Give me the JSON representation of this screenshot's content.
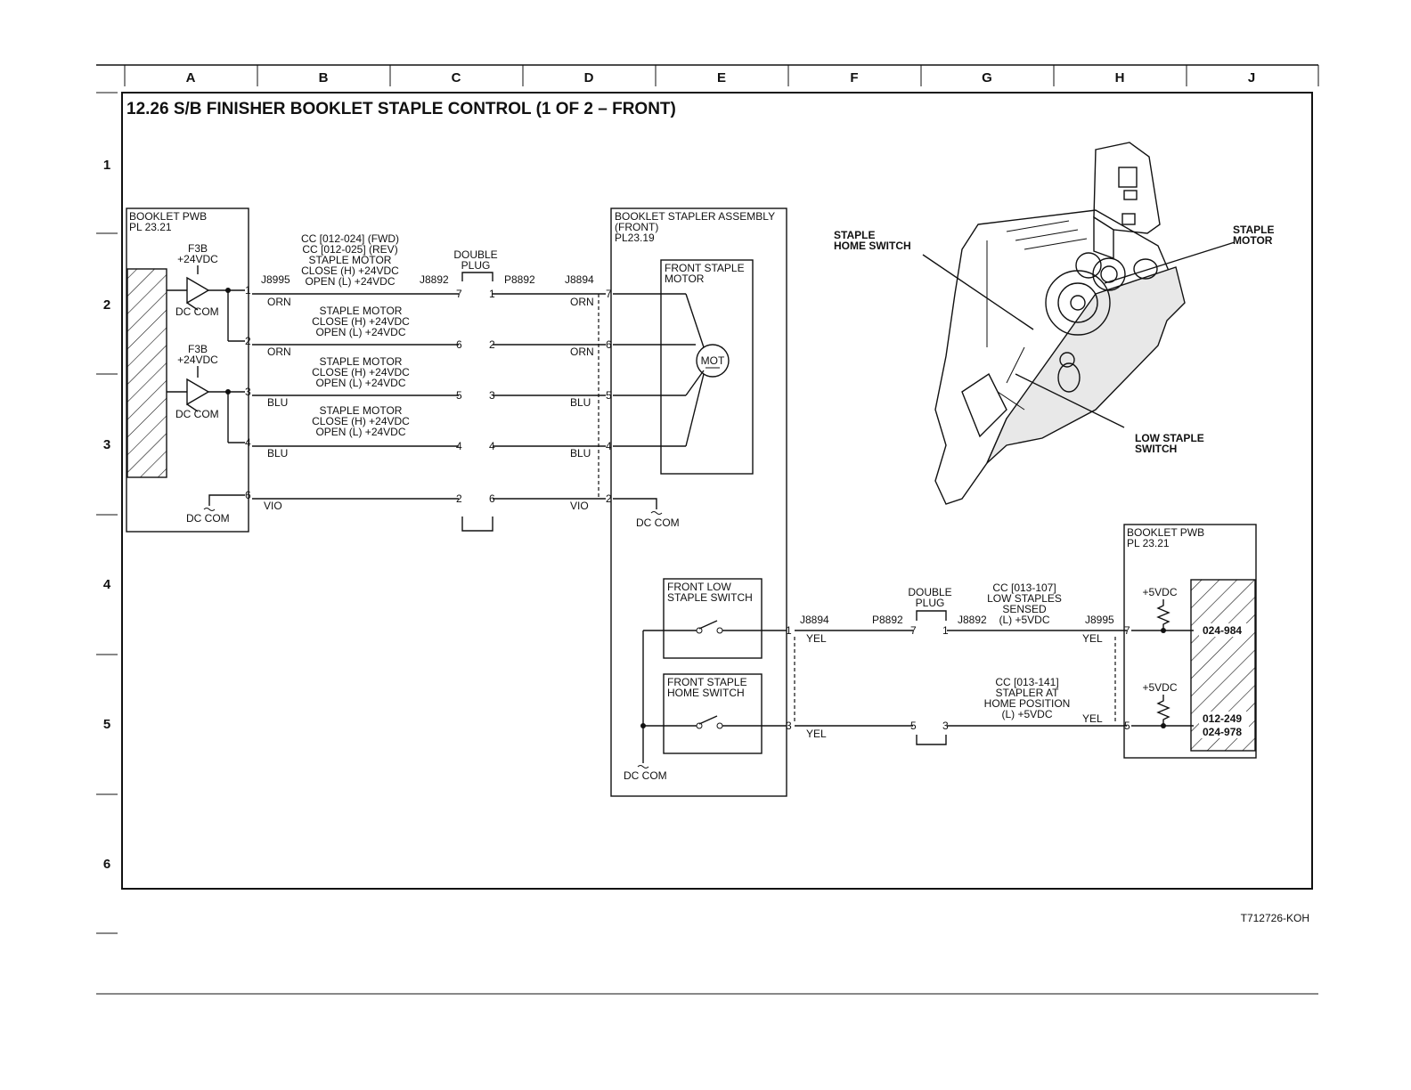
{
  "title": "12.26 S/B FINISHER BOOKLET STAPLE CONTROL (1 OF 2 – FRONT)",
  "grid": {
    "columns": [
      "A",
      "B",
      "C",
      "D",
      "E",
      "F",
      "G",
      "H",
      "J"
    ],
    "rows": [
      "1",
      "2",
      "3",
      "4",
      "5",
      "6"
    ]
  },
  "figure_id": "T712726-KOH",
  "left_pwb": {
    "name": "BOOKLET PWB",
    "pl": "PL 23.21",
    "fuse1": "F3B",
    "fuse1_v": "+24VDC",
    "dccom1": "DC COM",
    "fuse2": "F3B",
    "fuse2_v": "+24VDC",
    "dccom2": "DC COM",
    "dccom3": "DC COM"
  },
  "connectors": {
    "j8995": "J8995",
    "j8892": "J8892",
    "p8892": "P8892",
    "j8894": "J8894",
    "double_plug_l1": "DOUBLE",
    "double_plug_l2": "PLUG"
  },
  "signals": {
    "cc_fwd": "CC [012-024] (FWD)",
    "cc_rev": "CC [012-025] (REV)",
    "sm1_a": "STAPLE MOTOR",
    "sm1_b": "CLOSE (H) +24VDC",
    "sm1_c": "OPEN (L) +24VDC",
    "sm2_a": "STAPLE MOTOR",
    "sm2_b": "CLOSE (H) +24VDC",
    "sm2_c": "OPEN (L) +24VDC",
    "sm3_a": "STAPLE MOTOR",
    "sm3_b": "CLOSE (H) +24VDC",
    "sm3_c": "OPEN (L) +24VDC",
    "sm4_a": "STAPLE MOTOR",
    "sm4_b": "CLOSE (H) +24VDC",
    "sm4_c": "OPEN (L) +24VDC"
  },
  "wires": {
    "orn": "ORN",
    "blu": "BLU",
    "vio": "VIO",
    "yel": "YEL"
  },
  "pins": {
    "p1": "1",
    "p2": "2",
    "p3": "3",
    "p4": "4",
    "p5": "5",
    "p6": "6",
    "p7": "7"
  },
  "stapler_assembly": {
    "name": "BOOKLET STAPLER ASSEMBLY",
    "sub": "(FRONT)",
    "pl": "PL23.19",
    "motor_box_l1": "FRONT STAPLE",
    "motor_box_l2": "MOTOR",
    "mot": "MOT",
    "low_sw_l1": "FRONT LOW",
    "low_sw_l2": "STAPLE SWITCH",
    "home_sw_l1": "FRONT STAPLE",
    "home_sw_l2": "HOME SWITCH",
    "dccom": "DC COM",
    "dccom_e": "DC COM"
  },
  "right_pwb": {
    "name": "BOOKLET PWB",
    "pl": "PL 23.21",
    "v1": "+5VDC",
    "v2": "+5VDC",
    "code1": "024-984",
    "code2": "012-249",
    "code3": "024-978"
  },
  "lower_signals": {
    "cc1": "CC [013-107]",
    "cc1_b": "LOW STAPLES",
    "cc1_c": "SENSED",
    "cc1_d": "(L) +5VDC",
    "cc2": "CC [013-141]",
    "cc2_b": "STAPLER AT",
    "cc2_c": "HOME POSITION",
    "cc2_d": "(L) +5VDC"
  },
  "illustration": {
    "staple_home_switch_l1": "STAPLE",
    "staple_home_switch_l2": "HOME SWITCH",
    "staple_motor_l1": "STAPLE",
    "staple_motor_l2": "MOTOR",
    "low_staple_switch_l1": "LOW STAPLE",
    "low_staple_switch_l2": "SWITCH"
  }
}
